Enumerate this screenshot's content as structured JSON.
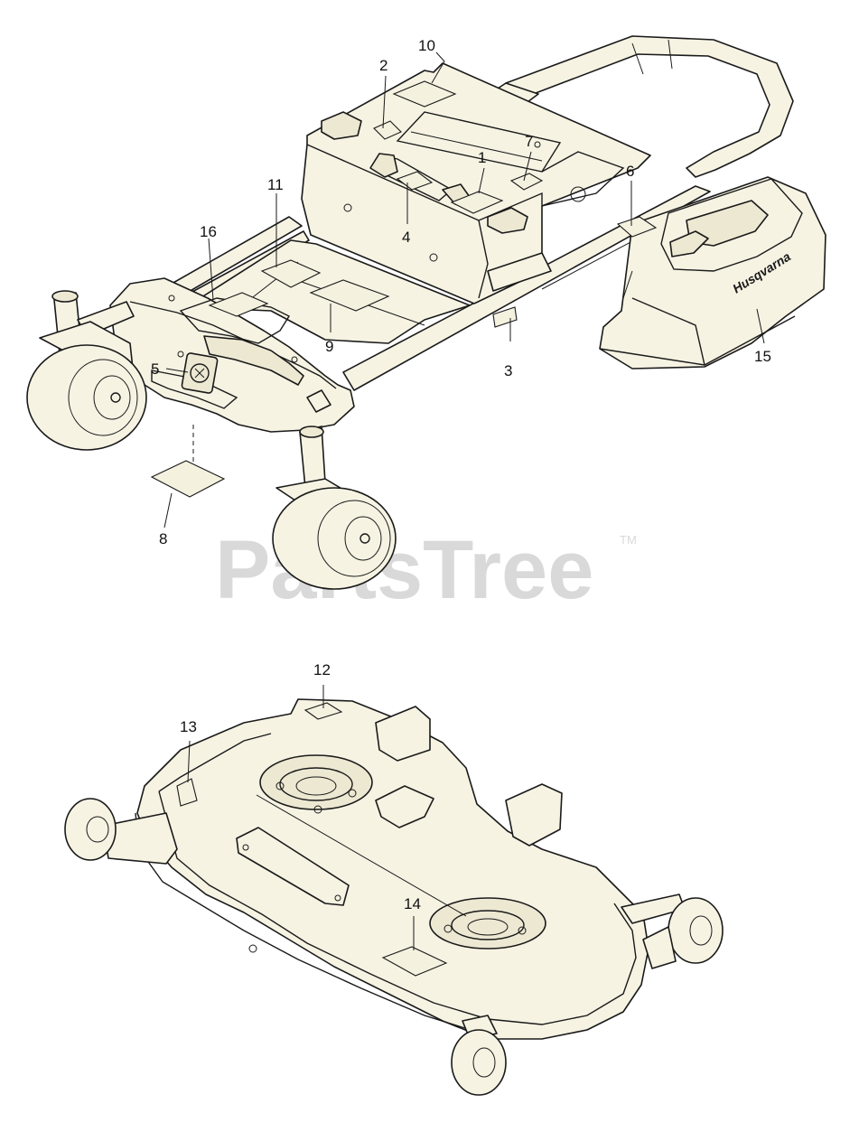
{
  "watermark": {
    "text": "PartsTree",
    "tm": "TM"
  },
  "brand_text": "Husqvarna",
  "callouts": {
    "c1": "1",
    "c2": "2",
    "c3": "3",
    "c4": "4",
    "c5": "5",
    "c6": "6",
    "c7": "7",
    "c8": "8",
    "c9": "9",
    "c10": "10",
    "c11": "11",
    "c12": "12",
    "c13": "13",
    "c14": "14",
    "c15": "15",
    "c16": "16"
  }
}
